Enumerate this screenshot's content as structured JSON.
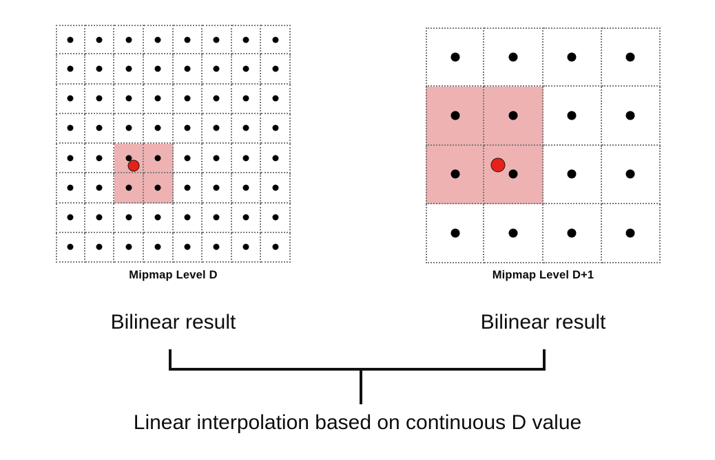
{
  "figure": {
    "title_text": "Linear interpolation based on continuous D value",
    "colors": {
      "highlight_fill": "#eeb2b2",
      "grid_line": "#7a7a7a",
      "texel_dot": "#000000",
      "sample_dot": "#e8201a",
      "sample_outline": "#1a1a1a",
      "text": "#0d0d0d",
      "background": "#ffffff"
    }
  },
  "panels": [
    {
      "id": "mipmap-level-d",
      "caption": "Mipmap Level D",
      "result_label": "Bilinear result",
      "grid": {
        "cols": 8,
        "rows": 8
      },
      "highlight": {
        "col_start": 2,
        "row_start": 4,
        "col_span": 2,
        "row_span": 2
      },
      "sample_point": {
        "label": "sample-point",
        "color": "#e8201a"
      }
    },
    {
      "id": "mipmap-level-d-plus-1",
      "caption": "Mipmap Level D+1",
      "result_label": "Bilinear result",
      "grid": {
        "cols": 4,
        "rows": 4
      },
      "highlight": {
        "col_start": 0,
        "row_start": 1,
        "col_span": 2,
        "row_span": 2
      },
      "sample_point": {
        "label": "sample-point",
        "color": "#e8201a"
      }
    }
  ],
  "connector": {
    "name": "merge-bracket",
    "description": "bracket joining both bilinear results into one linear interpolation"
  }
}
